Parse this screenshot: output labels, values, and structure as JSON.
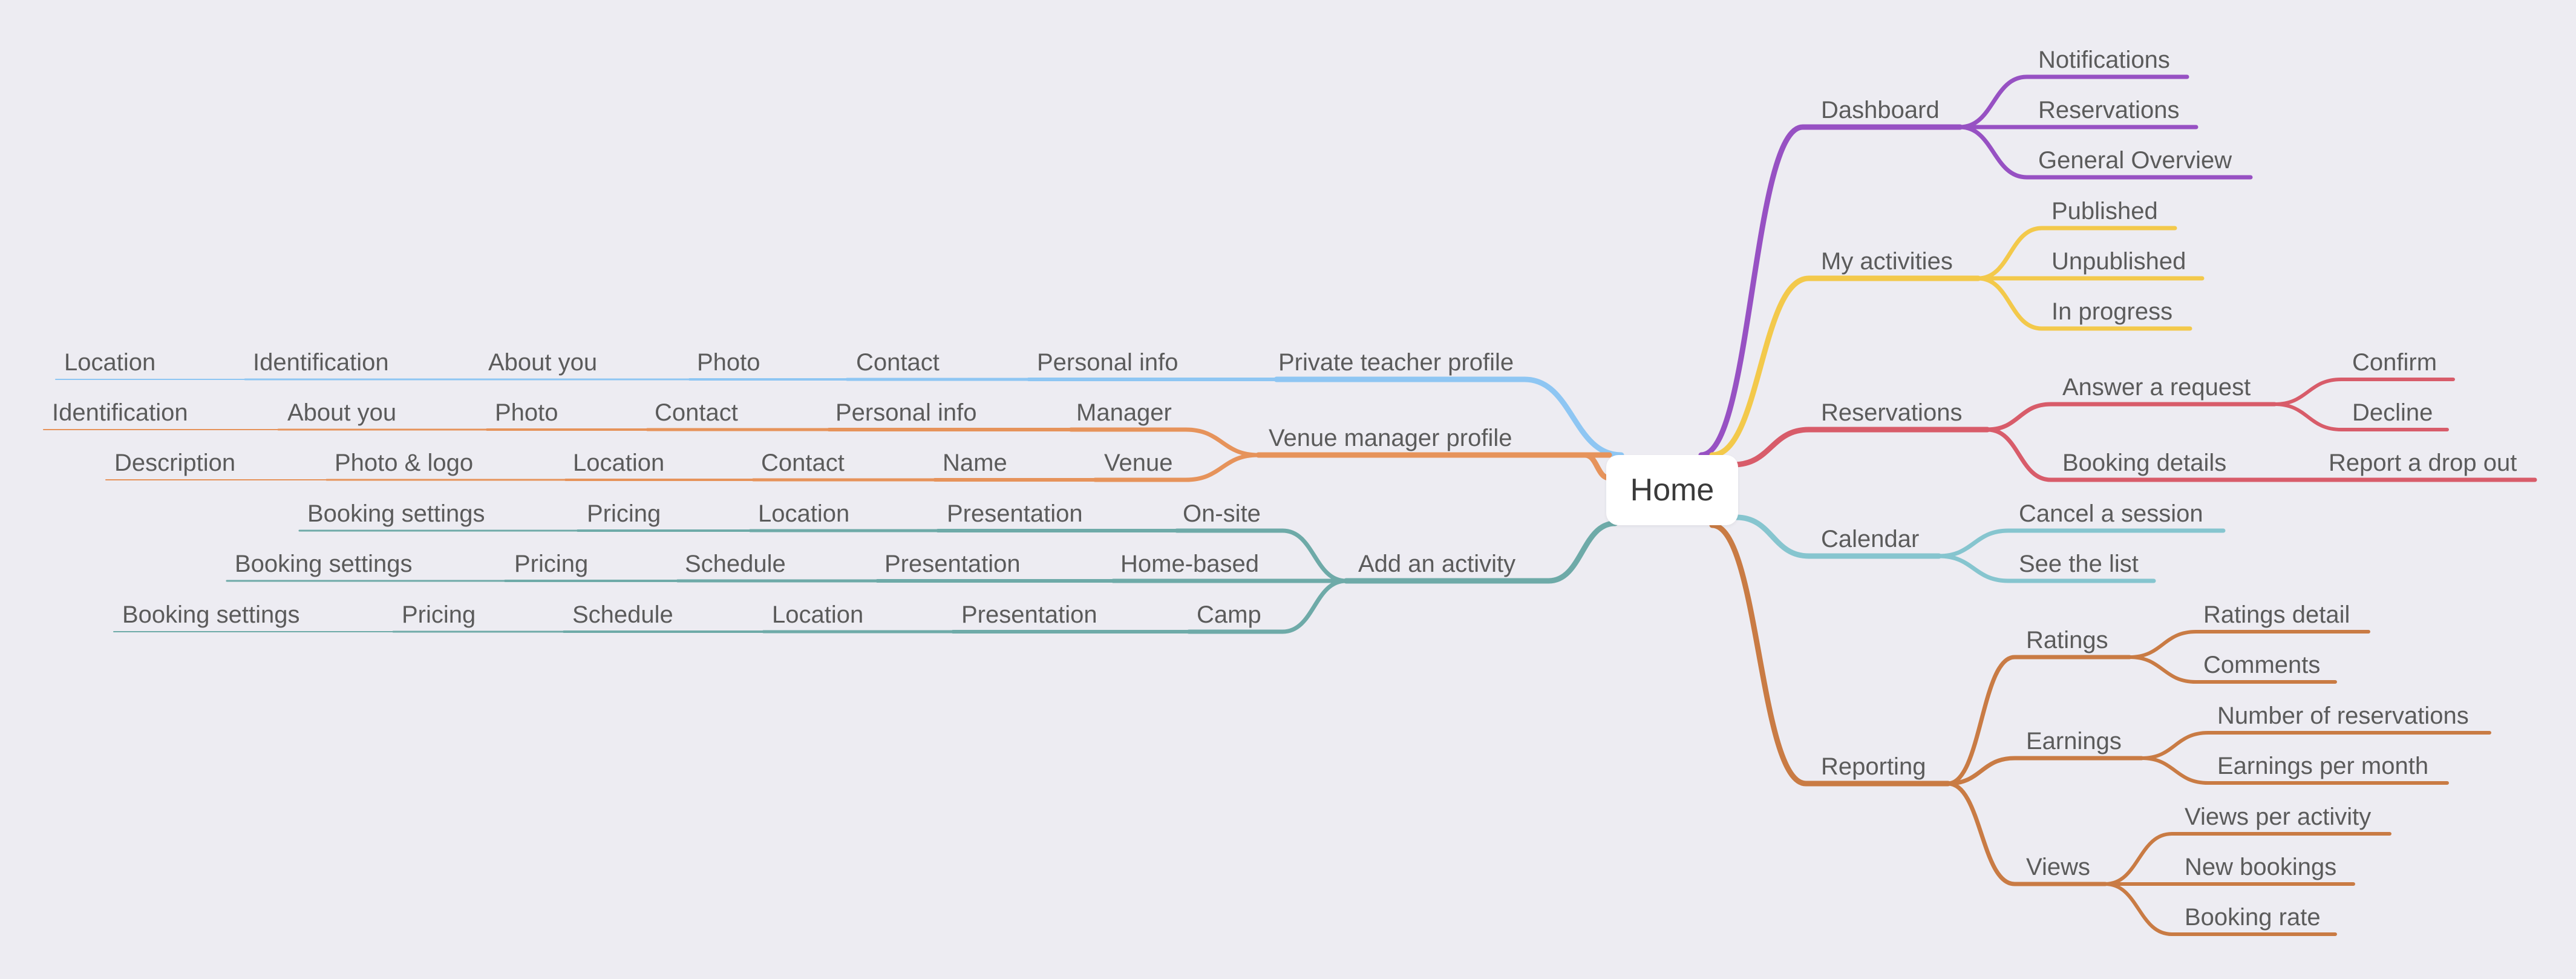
{
  "root": {
    "label": "Home"
  },
  "colors": {
    "background": "#edecf2",
    "purple": "#9751c3",
    "yellow": "#f3c94b",
    "red": "#d85c6a",
    "cyan": "#86c5cf",
    "orange": "#c97b44",
    "blue": "#8ec6f3",
    "peach": "#e6935b",
    "teal": "#6eaaa8"
  },
  "branches": {
    "dashboard": {
      "label": "Dashboard",
      "children": [
        "Notifications",
        "Reservations",
        "General Overview"
      ]
    },
    "my_activities": {
      "label": "My activities",
      "children": [
        "Published",
        "Unpublished",
        "In progress"
      ]
    },
    "reservations": {
      "label": "Reservations",
      "answer": {
        "label": "Answer a request",
        "children": [
          "Confirm",
          "Decline"
        ]
      },
      "booking": {
        "label": "Booking details",
        "children": [
          "Report a drop out"
        ]
      }
    },
    "calendar": {
      "label": "Calendar",
      "children": [
        "Cancel a session",
        "See the list"
      ]
    },
    "reporting": {
      "label": "Reporting",
      "ratings": {
        "label": "Ratings",
        "children": [
          "Ratings detail",
          "Comments"
        ]
      },
      "earnings": {
        "label": "Earnings",
        "children": [
          "Number of reservations",
          "Earnings per month"
        ]
      },
      "views": {
        "label": "Views",
        "children": [
          "Views per activity",
          "New bookings",
          "Booking rate"
        ]
      }
    },
    "teacher": {
      "label": "Private teacher profile",
      "chain": [
        "Personal info",
        "Contact",
        "Photo",
        "About you",
        "Identification",
        "Location"
      ]
    },
    "venue": {
      "label": "Venue manager profile",
      "manager": {
        "label": "Manager",
        "chain": [
          "Personal info",
          "Contact",
          "Photo",
          "About you",
          "Identification"
        ]
      },
      "venue": {
        "label": "Venue",
        "chain": [
          "Name",
          "Contact",
          "Location",
          "Photo & logo",
          "Description"
        ]
      }
    },
    "activity": {
      "label": "Add an activity",
      "onsite": {
        "label": "On-site",
        "chain": [
          "Presentation",
          "Location",
          "Pricing",
          "Booking settings"
        ]
      },
      "homebased": {
        "label": "Home-based",
        "chain": [
          "Presentation",
          "Schedule",
          "Pricing",
          "Booking settings"
        ]
      },
      "camp": {
        "label": "Camp",
        "chain": [
          "Presentation",
          "Location",
          "Schedule",
          "Pricing",
          "Booking settings"
        ]
      }
    }
  }
}
